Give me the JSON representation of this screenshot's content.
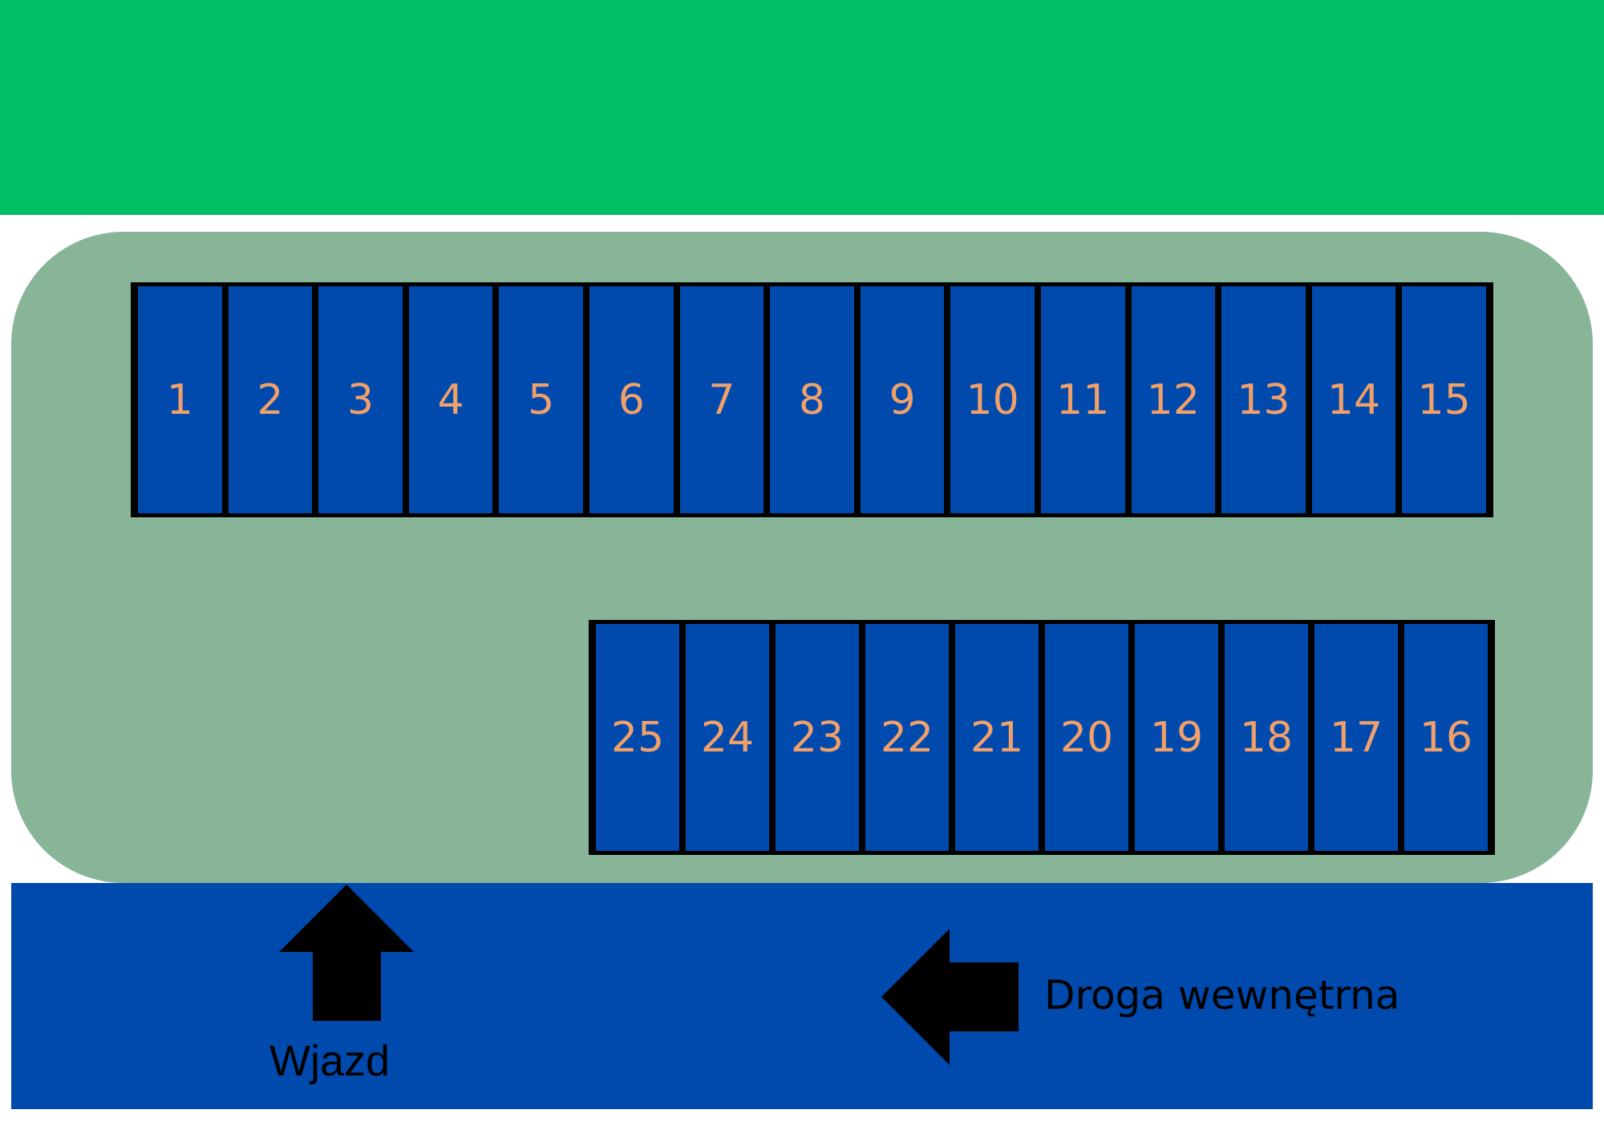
{
  "parking": {
    "row_top": [
      "1",
      "2",
      "3",
      "4",
      "5",
      "6",
      "7",
      "8",
      "9",
      "10",
      "11",
      "12",
      "13",
      "14",
      "15"
    ],
    "row_bottom": [
      "25",
      "24",
      "23",
      "22",
      "21",
      "20",
      "19",
      "18",
      "17",
      "16"
    ]
  },
  "road": {
    "entrance_label": "Wjazd",
    "road_label": "Droga wewnętrna"
  },
  "colors": {
    "green_strip": "#00be64",
    "lot": "#88b498",
    "spot": "#004aad",
    "road": "#004aad",
    "spot_number": "#f2a06a"
  },
  "icons": {
    "entrance_arrow": "arrow-up-icon",
    "road_direction_arrow": "arrow-left-icon"
  }
}
